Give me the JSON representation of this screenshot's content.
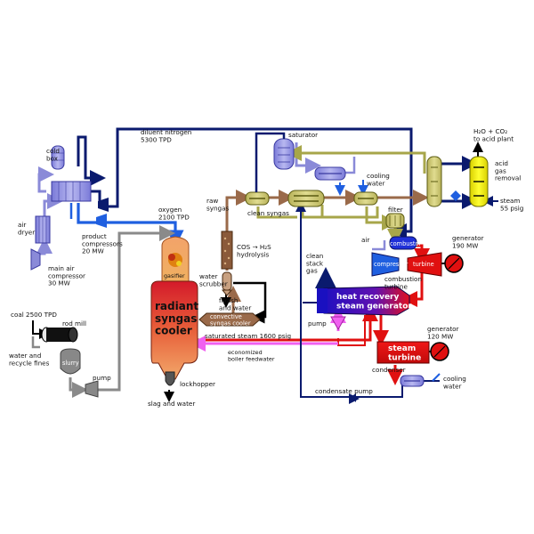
{
  "labels": {
    "cold_box": "cold\nbox",
    "air_dryer": "air\ndryer",
    "main_air_compressor": "main air\ncompressor\n30 MW",
    "product_compressors": "product\ncompressors\n20 MW",
    "diluent_nitrogen": "diluent nitrogen\n5300 TPD",
    "oxygen": "oxygen\n2100 TPD",
    "gasifier": "gasifier",
    "raw_syngas": "raw\nsyngas",
    "cos_hydrolysis": "COS → H₂S\nhydrolysis",
    "water_scrubber": "water\nscrubber",
    "flyash_water": "flyash\nand water",
    "convective_cooler": "convective\nsyngas cooler",
    "radiant_cooler": "radiant\nsyngas\ncooler",
    "saturated_steam": "saturated steam 1600 psig",
    "economized_feedwater": "economized\nboiler feedwater",
    "lockhopper": "lockhopper",
    "slag_water": "slag and water",
    "coal": "coal 2500 TPD",
    "rod_mill": "rod mill",
    "water_fines": "water and\nrecycle fines",
    "slurry": "slurry",
    "pump_slurry": "pump",
    "saturator": "saturator",
    "clean_syngas": "clean syngas",
    "cooling_water_top": "cooling\nwater",
    "filter": "filter",
    "h2o_co2": "H₂O + CO₂\nto acid plant",
    "acid_gas_removal": "acid\ngas\nremoval",
    "steam_55": "steam\n55 psig",
    "air": "air",
    "compressor": "compressor",
    "combustor": "combustor",
    "turbine": "turbine",
    "combustion_turbine": "combustion\nturbine",
    "generator_190": "generator\n190 MW",
    "clean_stack_gas": "clean\nstack\ngas",
    "hrsg": "heat recovery\nsteam generator",
    "pump_hrsg": "pump",
    "steam_turbine": "steam\nturbine",
    "generator_120": "generator\n120 MW",
    "condenser": "condenser",
    "cooling_water_bottom": "cooling\nwater",
    "condensate_pump": "condensate pump"
  },
  "colors": {
    "nitrogen_line": "#0a1a6e",
    "oxygen_line": "#1f5fe0",
    "air_line": "#8a8ad8",
    "syngas_line": "#a7a64a",
    "raw_syngas_line": "#9a6a4a",
    "steam_line": "#e01010",
    "feedwater_line": "#f060f0",
    "slurry_line": "#8a8a8a",
    "black_line": "#000000"
  }
}
